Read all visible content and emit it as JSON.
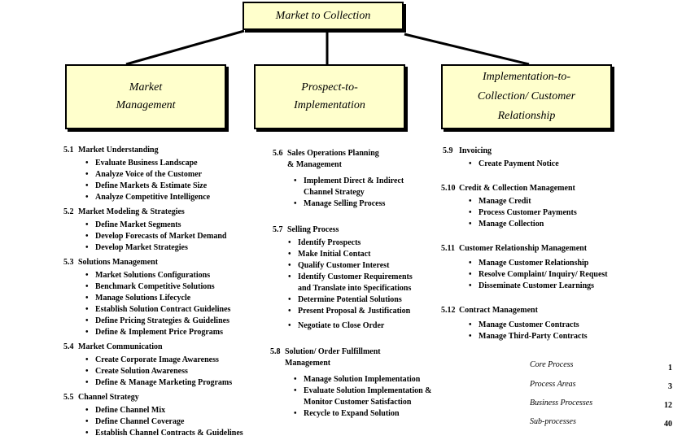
{
  "root": {
    "label": "Market to Collection"
  },
  "categories": [
    {
      "label": "Market\nManagement"
    },
    {
      "label": "Prospect-to-\nImplementation"
    },
    {
      "label": "Implementation-to-\nCollection/ Customer\nRelationship"
    }
  ],
  "columns": [
    {
      "sections": [
        {
          "num": "5.1",
          "title": "Market Understanding",
          "items": [
            "Evaluate Business Landscape",
            "Analyze Voice of the Customer",
            "Define Markets & Estimate Size",
            "Analyze Competitive Intelligence"
          ]
        },
        {
          "num": "5.2",
          "title": "Market Modeling & Strategies",
          "items": [
            "Define Market Segments",
            "Develop Forecasts of Market Demand",
            "Develop Market Strategies"
          ]
        },
        {
          "num": "5.3",
          "title": "Solutions Management",
          "items": [
            "Market Solutions Configurations",
            "Benchmark Competitive Solutions",
            "Manage Solutions Lifecycle",
            "Establish Solution Contract Guidelines",
            "Define Pricing Strategies & Guidelines",
            "Define & Implement Price Programs"
          ]
        },
        {
          "num": "5.4",
          "title": "Market Communication",
          "items": [
            "Create Corporate Image Awareness",
            "Create Solution Awareness",
            "Define & Manage Marketing Programs"
          ]
        },
        {
          "num": "5.5",
          "title": "Channel Strategy",
          "items": [
            "Define Channel Mix",
            "Define Channel Coverage",
            "Establish Channel Contracts & Guidelines"
          ]
        }
      ]
    },
    {
      "sections": [
        {
          "num": "5.6",
          "title": "Sales Operations Planning\n& Management",
          "items": [
            "Implement Direct & Indirect\nChannel Strategy",
            "Manage Selling Process"
          ]
        },
        {
          "num": "5.7",
          "title": "Selling Process",
          "items": [
            "Identify Prospects",
            "Make Initial Contact",
            "Qualify Customer Interest",
            "Identify Customer Requirements\nand Translate into Specifications",
            "Determine Potential Solutions",
            "Present Proposal & Justification",
            "Negotiate to Close Order"
          ]
        },
        {
          "num": "5.8",
          "title": "Solution/ Order Fulfillment\nManagement",
          "items": [
            "Manage Solution Implementation",
            "Evaluate Solution Implementation &\nMonitor Customer Satisfaction",
            "Recycle to Expand Solution"
          ]
        }
      ]
    },
    {
      "sections": [
        {
          "num": "5.9",
          "title": "Invoicing",
          "items": [
            "Create Payment  Notice"
          ]
        },
        {
          "num": "5.10",
          "title": "Credit & Collection Management",
          "items": [
            "Manage Credit",
            "Process Customer Payments",
            "Manage Collection"
          ]
        },
        {
          "num": "5.11",
          "title": "Customer Relationship Management",
          "items": [
            "Manage Customer Relationship",
            "Resolve Complaint/ Inquiry/ Request",
            "Disseminate Customer Learnings"
          ]
        },
        {
          "num": "5.12",
          "title": "Contract Management",
          "items": [
            "Manage Customer Contracts",
            "Manage Third-Party Contracts"
          ]
        }
      ]
    }
  ],
  "summary": [
    {
      "label": "Core Process",
      "value": "1"
    },
    {
      "label": "Process Areas",
      "value": "3"
    },
    {
      "label": "Business Processes",
      "value": "12"
    },
    {
      "label": "Sub-processes",
      "value": "40"
    }
  ],
  "colors": {
    "box_fill": "#ffffcc",
    "line": "#000000"
  }
}
